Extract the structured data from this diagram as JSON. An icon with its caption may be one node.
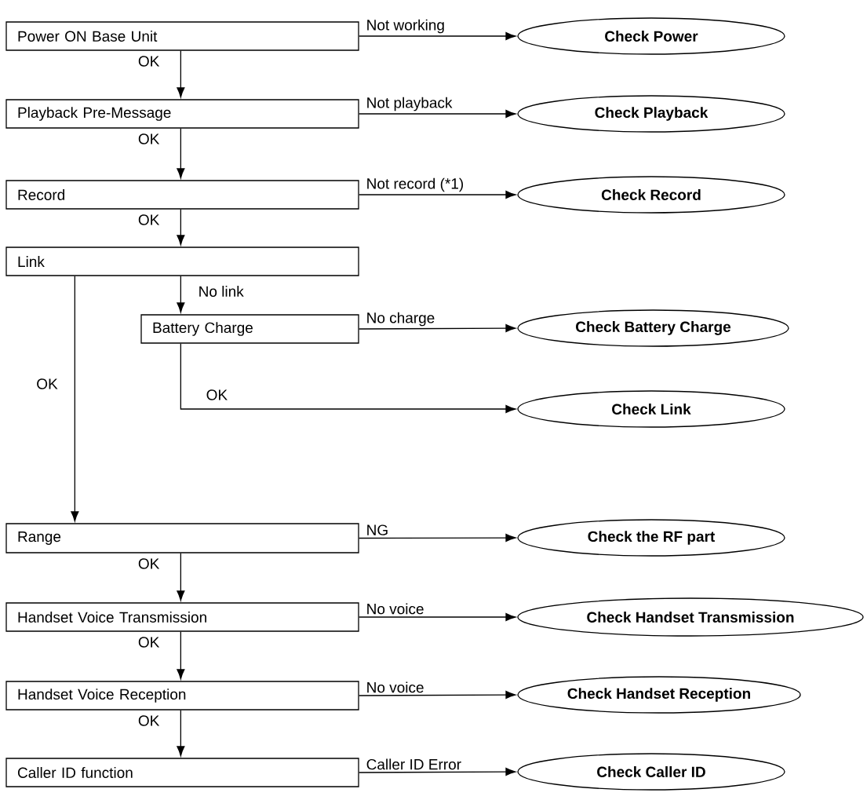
{
  "diagram": {
    "nodes": [
      {
        "text": [
          "Power ON Base Unit"
        ]
      },
      {
        "text": [
          "Check Power"
        ]
      },
      {
        "text": [
          "Playback Pre-Message"
        ]
      },
      {
        "text": [
          "Check Playback"
        ]
      },
      {
        "text": [
          "Record"
        ]
      },
      {
        "text": [
          "Check Record"
        ]
      },
      {
        "text": [
          "Link"
        ]
      },
      {
        "text": [
          "Battery Charge"
        ]
      },
      {
        "text": [
          "Check Battery Charge"
        ]
      },
      {
        "text": [
          "Check Link"
        ]
      },
      {
        "text": [
          "Range"
        ]
      },
      {
        "text": [
          "Check the RF part"
        ]
      },
      {
        "text": [
          "Handset Voice Transmission"
        ]
      },
      {
        "text": [
          "Check Handset Transmission"
        ]
      },
      {
        "text": [
          "Handset Voice Reception"
        ]
      },
      {
        "text": [
          "Check Handset Reception"
        ]
      },
      {
        "text": [
          "Caller ID function"
        ]
      },
      {
        "text": [
          "Check Caller ID"
        ]
      }
    ],
    "edges": [
      {
        "from": 0,
        "to": 1,
        "arrow": "to",
        "label": "Not working"
      },
      {
        "from": 0,
        "to": 2,
        "arrow": "to",
        "label": "OK"
      },
      {
        "from": 2,
        "to": 3,
        "arrow": "to",
        "label": "Not playback"
      },
      {
        "from": 2,
        "to": 4,
        "arrow": "to",
        "label": "OK"
      },
      {
        "from": 4,
        "to": 5,
        "arrow": "to",
        "label": "Not record (*1)"
      },
      {
        "from": 4,
        "to": 6,
        "arrow": "to",
        "label": "OK"
      },
      {
        "from": 6,
        "to": 7,
        "arrow": "to",
        "label": "No link"
      },
      {
        "from": 6,
        "to": 10,
        "arrow": "to",
        "label": "OK"
      },
      {
        "from": 7,
        "to": 8,
        "arrow": "to",
        "label": "No charge"
      },
      {
        "from": 7,
        "to": 9,
        "arrow": "to",
        "label": "OK"
      },
      {
        "from": 10,
        "to": 11,
        "arrow": "to",
        "label": "NG"
      },
      {
        "from": 10,
        "to": 12,
        "arrow": "to",
        "label": "OK"
      },
      {
        "from": 12,
        "to": 13,
        "arrow": "to",
        "label": "No voice"
      },
      {
        "from": 12,
        "to": 14,
        "arrow": "to",
        "label": "OK"
      },
      {
        "from": 14,
        "to": 15,
        "arrow": "to",
        "label": "No voice"
      },
      {
        "from": 14,
        "to": 16,
        "arrow": "to",
        "label": "OK"
      },
      {
        "from": 16,
        "to": 17,
        "arrow": "to",
        "label": "Caller ID Error"
      }
    ]
  }
}
